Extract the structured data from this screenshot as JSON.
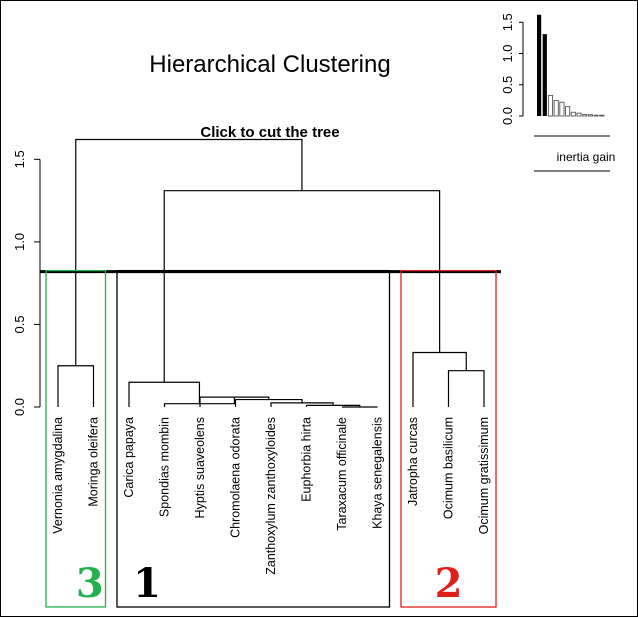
{
  "chart_data": [
    {
      "type": "dendrogram",
      "title": "Hierarchical Clustering",
      "subtitle": "Click to cut the tree",
      "ylim": [
        0,
        1.72
      ],
      "yticks": [
        0.0,
        0.5,
        1.0,
        1.5
      ],
      "ytick_labels": [
        "0.0",
        "0.5",
        "1.0",
        "1.5"
      ],
      "cut_height": 0.82,
      "leaves": [
        "Vernonia amygdalina",
        "Moringa oleifera",
        "Carica papaya",
        "Spondias mombin",
        "Hyptis suaveolens",
        "Chromolaena odorata",
        "Zanthoxylum zanthoxyloides",
        "Euphorbia hirta",
        "Taraxacum officinale",
        "Khaya senegalensis",
        "Jatropha curcas",
        "Ocimum basilicum",
        "Ocimum gratissimum"
      ],
      "merges": [
        {
          "a": "L9",
          "b": "L10",
          "height": 0.0
        },
        {
          "a": "L8",
          "b": "M1",
          "height": 0.01
        },
        {
          "a": "L7",
          "b": "M2",
          "height": 0.025
        },
        {
          "a": "L6",
          "b": "M3",
          "height": 0.045
        },
        {
          "a": "L5",
          "b": "M4",
          "height": 0.06
        },
        {
          "a": "L4",
          "b": "M5",
          "height": 0.02
        },
        {
          "a": "L3",
          "b": "M6",
          "height": 0.15
        },
        {
          "a": "L12",
          "b": "L13",
          "height": 0.22
        },
        {
          "a": "L11",
          "b": "M8",
          "height": 0.33
        },
        {
          "a": "L1",
          "b": "L2",
          "height": 0.25
        },
        {
          "a": "M7",
          "b": "M9",
          "height": 1.31
        },
        {
          "a": "M10",
          "b": "M11",
          "height": 1.62
        }
      ],
      "clusters": [
        {
          "label": "3",
          "leaf_range": [
            1,
            2
          ],
          "color": "#22b14c"
        },
        {
          "label": "1",
          "leaf_range": [
            3,
            10
          ],
          "color": "#000000"
        },
        {
          "label": "2",
          "leaf_range": [
            11,
            13
          ],
          "color": "#e0201b"
        }
      ]
    },
    {
      "type": "bar",
      "xlabel": "inertia gain",
      "ylim": [
        0,
        1.6
      ],
      "yticks": [
        0.0,
        0.5,
        1.0,
        1.5
      ],
      "ytick_labels": [
        "0.0",
        "0.5",
        "1.0",
        "1.5"
      ],
      "values": [
        1.62,
        1.31,
        0.33,
        0.25,
        0.22,
        0.15,
        0.06,
        0.045,
        0.025,
        0.02,
        0.01,
        0.0
      ],
      "highlight_count": 2
    }
  ]
}
